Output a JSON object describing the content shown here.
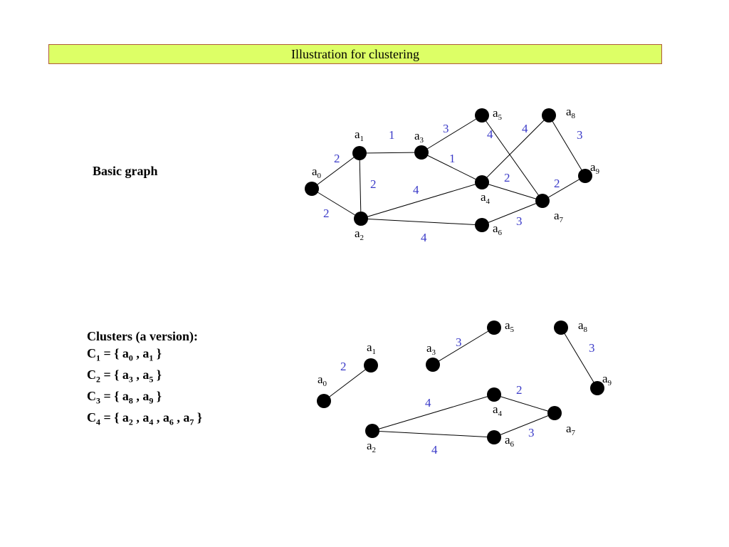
{
  "title": "Illustration for clustering",
  "basic_graph": {
    "label": "Basic graph",
    "nodes": [
      {
        "id": "a",
        "sub": "0"
      },
      {
        "id": "a",
        "sub": "1"
      },
      {
        "id": "a",
        "sub": "2"
      },
      {
        "id": "a",
        "sub": "3"
      },
      {
        "id": "a",
        "sub": "4"
      },
      {
        "id": "a",
        "sub": "5"
      },
      {
        "id": "a",
        "sub": "6"
      },
      {
        "id": "a",
        "sub": "7"
      },
      {
        "id": "a",
        "sub": "8"
      },
      {
        "id": "a",
        "sub": "9"
      }
    ],
    "edges": [
      {
        "from": 0,
        "to": 1,
        "weight": "2"
      },
      {
        "from": 0,
        "to": 2,
        "weight": "2"
      },
      {
        "from": 1,
        "to": 2,
        "weight": "2"
      },
      {
        "from": 1,
        "to": 3,
        "weight": "1"
      },
      {
        "from": 3,
        "to": 5,
        "weight": "3"
      },
      {
        "from": 3,
        "to": 4,
        "weight": "1"
      },
      {
        "from": 2,
        "to": 4,
        "weight": "4"
      },
      {
        "from": 2,
        "to": 6,
        "weight": "4"
      },
      {
        "from": 5,
        "to": 7,
        "weight": "4"
      },
      {
        "from": 4,
        "to": 8,
        "weight": "4"
      },
      {
        "from": 4,
        "to": 7,
        "weight": "2"
      },
      {
        "from": 6,
        "to": 7,
        "weight": "3"
      },
      {
        "from": 8,
        "to": 9,
        "weight": "3"
      },
      {
        "from": 7,
        "to": 9,
        "weight": "2"
      }
    ]
  },
  "clusters": {
    "heading": "Clusters (a version):",
    "lines": [
      {
        "name": "C",
        "sub": "1",
        "members": [
          [
            "a",
            "0"
          ],
          [
            "a",
            "1"
          ]
        ]
      },
      {
        "name": "C",
        "sub": "2",
        "members": [
          [
            "a",
            "3"
          ],
          [
            "a",
            "5"
          ]
        ]
      },
      {
        "name": "C",
        "sub": "3",
        "members": [
          [
            "a",
            "8"
          ],
          [
            "a",
            "9"
          ]
        ]
      },
      {
        "name": "C",
        "sub": "4",
        "members": [
          [
            "a",
            "2"
          ],
          [
            "a",
            "4"
          ],
          [
            "a",
            "6"
          ],
          [
            "a",
            "7"
          ]
        ]
      }
    ],
    "graph": {
      "nodes": [
        {
          "id": "a",
          "sub": "0"
        },
        {
          "id": "a",
          "sub": "1"
        },
        {
          "id": "a",
          "sub": "2"
        },
        {
          "id": "a",
          "sub": "3"
        },
        {
          "id": "a",
          "sub": "4"
        },
        {
          "id": "a",
          "sub": "5"
        },
        {
          "id": "a",
          "sub": "6"
        },
        {
          "id": "a",
          "sub": "7"
        },
        {
          "id": "a",
          "sub": "8"
        },
        {
          "id": "a",
          "sub": "9"
        }
      ],
      "edges": [
        {
          "from": 0,
          "to": 1,
          "weight": "2"
        },
        {
          "from": 3,
          "to": 5,
          "weight": "3"
        },
        {
          "from": 8,
          "to": 9,
          "weight": "3"
        },
        {
          "from": 2,
          "to": 4,
          "weight": "4"
        },
        {
          "from": 2,
          "to": 6,
          "weight": "4"
        },
        {
          "from": 4,
          "to": 7,
          "weight": "2"
        },
        {
          "from": 6,
          "to": 7,
          "weight": "3"
        }
      ]
    }
  },
  "colors": {
    "title_bg": "#ddff66",
    "weight": "#3a3ac8",
    "node": "#000000"
  }
}
